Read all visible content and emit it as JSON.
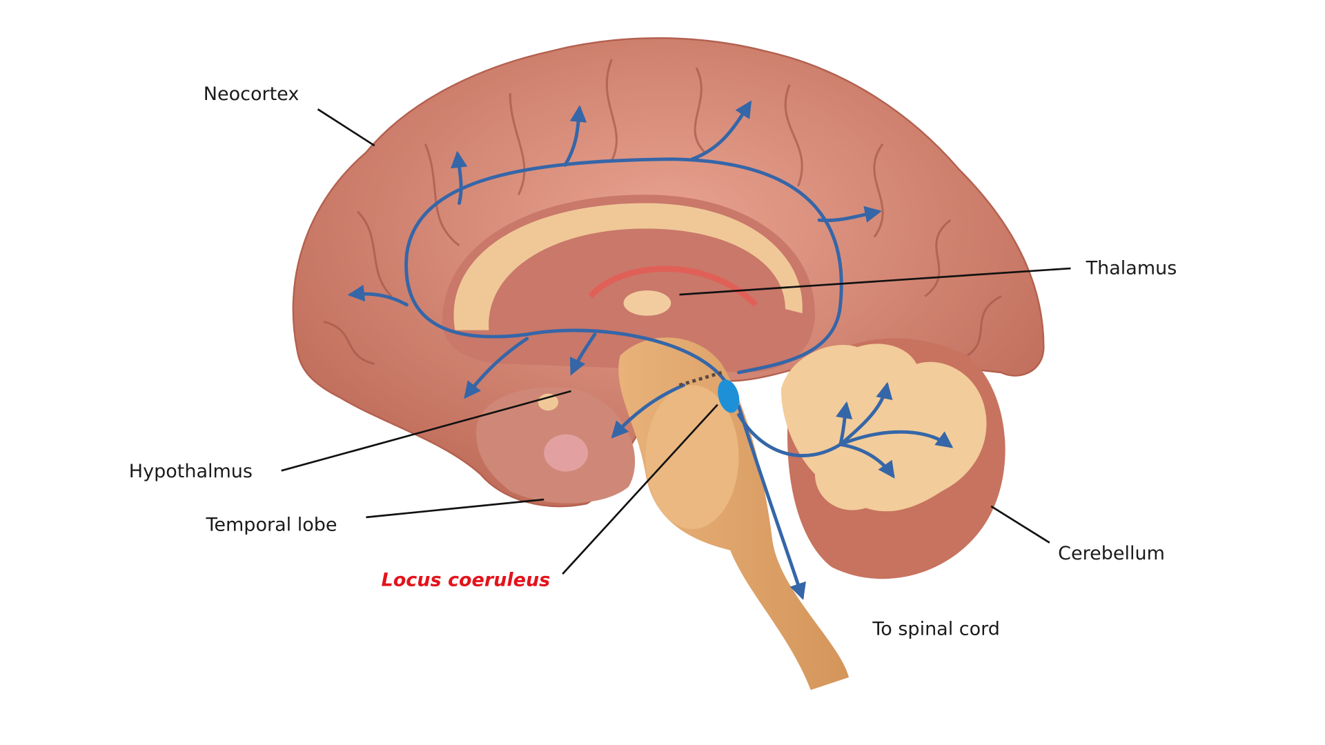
{
  "labels": {
    "neocortex": "Neocortex",
    "thalamus": "Thalamus",
    "hypothalmus": "Hypothalmus",
    "temporal_lobe": "Temporal lobe",
    "locus_coeruleus": "Locus coeruleus",
    "cerebellum": "Cerebellum",
    "spinal_cord": "To spinal cord"
  },
  "colors": {
    "pathway": "#3566a8",
    "locus_highlight": "#1e90d8",
    "highlight_label": "#e3131b",
    "cortex": "#d07f6c"
  }
}
